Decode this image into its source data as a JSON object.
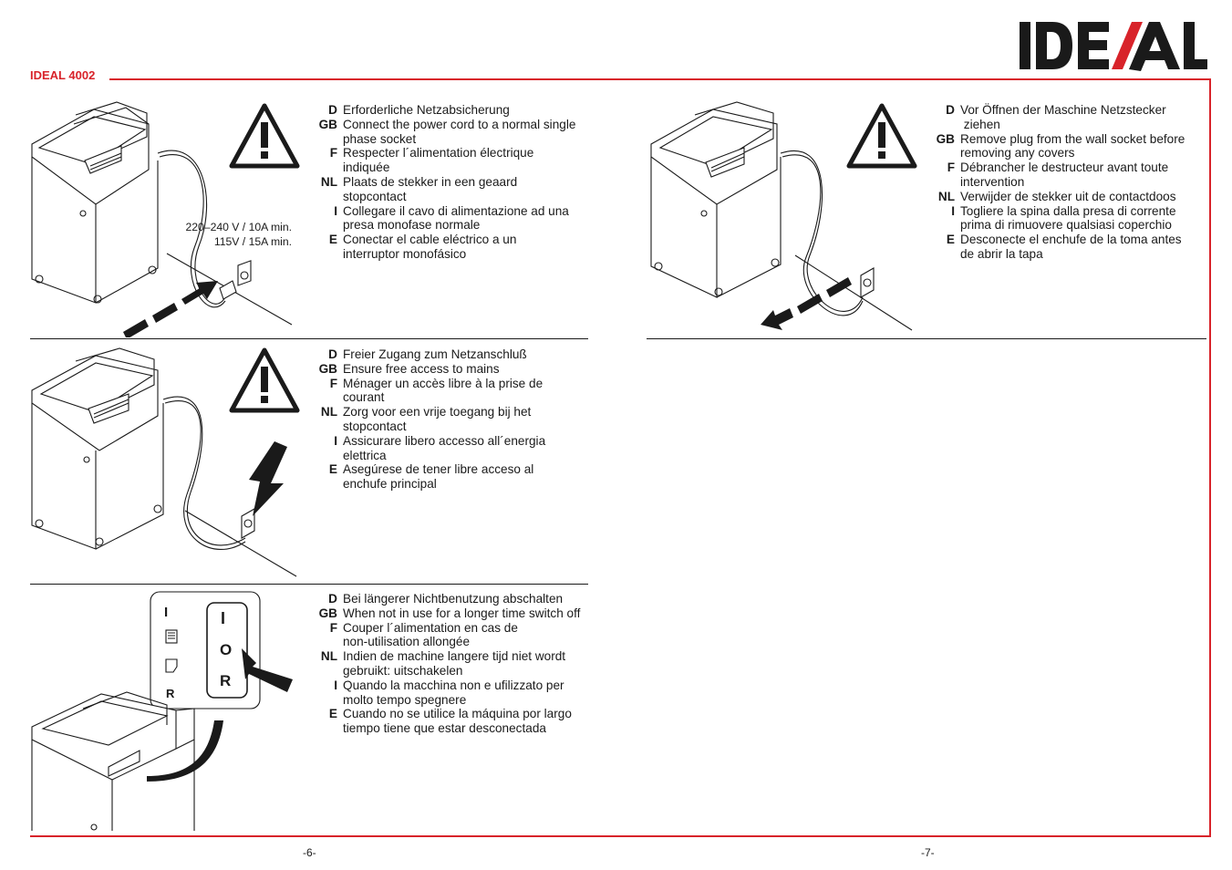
{
  "header": {
    "model": "IDEAL 4002",
    "logo_text": "IDEAL"
  },
  "colors": {
    "accent": "#d8232a",
    "ink": "#1a1a1a"
  },
  "sections": [
    {
      "id": "power-supply",
      "voltage": [
        "220–240 V / 10A min.",
        "115V / 15A min."
      ],
      "entries": [
        {
          "code": "D",
          "lines": [
            "Erforderliche Netzabsicherung"
          ]
        },
        {
          "code": "GB",
          "lines": [
            "Connect the power cord to a normal single",
            "phase socket"
          ]
        },
        {
          "code": "F",
          "lines": [
            "Respecter l´alimentation électrique",
            "indiquée"
          ]
        },
        {
          "code": "NL",
          "lines": [
            "Plaats de stekker in een geaard",
            "stopcontact"
          ]
        },
        {
          "code": "I",
          "lines": [
            "Collegare il cavo di alimentazione ad una",
            "presa monofase normale"
          ]
        },
        {
          "code": "E",
          "lines": [
            "Conectar el cable eléctrico a un",
            "interruptor monofásico"
          ]
        }
      ]
    },
    {
      "id": "free-access",
      "entries": [
        {
          "code": "D",
          "lines": [
            "Freier Zugang zum Netzanschluß"
          ]
        },
        {
          "code": "GB",
          "lines": [
            "Ensure free access to mains"
          ]
        },
        {
          "code": "F",
          "lines": [
            "Ménager un accès libre à la prise de",
            "courant"
          ]
        },
        {
          "code": "NL",
          "lines": [
            "Zorg voor een vrije toegang bij het",
            "stopcontact"
          ]
        },
        {
          "code": "I",
          "lines": [
            "Assicurare libero accesso all´energia",
            "elettrica"
          ]
        },
        {
          "code": "E",
          "lines": [
            "Asegúrese de tener libre acceso al",
            "enchufe principal"
          ]
        }
      ]
    },
    {
      "id": "switch-off",
      "switch_left": [
        "I",
        "R"
      ],
      "switch_right": [
        "I",
        "O",
        "R"
      ],
      "entries": [
        {
          "code": "D",
          "lines": [
            "Bei längerer Nichtbenutzung abschalten"
          ]
        },
        {
          "code": "GB",
          "lines": [
            "When not in use for a longer time switch off"
          ]
        },
        {
          "code": "F",
          "lines": [
            "Couper l´alimentation en cas de",
            "non-utilisation allongée"
          ]
        },
        {
          "code": "NL",
          "lines": [
            "Indien de machine langere tijd niet wordt",
            "gebruikt: uitschakelen"
          ]
        },
        {
          "code": "I",
          "lines": [
            "Quando la macchina non e ufilizzato per",
            "molto tempo spegnere"
          ]
        },
        {
          "code": "E",
          "lines": [
            "Cuando no se utilice la máquina por largo",
            "tiempo tiene que estar desconectada"
          ]
        }
      ]
    },
    {
      "id": "unplug",
      "entries": [
        {
          "code": "D",
          "lines": [
            "Vor Öffnen der Maschine Netzstecker",
            " ziehen"
          ]
        },
        {
          "code": "GB",
          "lines": [
            "Remove plug from the wall socket before",
            "removing any covers"
          ]
        },
        {
          "code": "F",
          "lines": [
            "Débrancher le destructeur avant toute",
            "intervention"
          ]
        },
        {
          "code": "NL",
          "lines": [
            "Verwijder de stekker uit de contactdoos"
          ]
        },
        {
          "code": "I",
          "lines": [
            "Togliere la spina dalla presa di corrente",
            "prima di rimuovere qualsiasi coperchio"
          ]
        },
        {
          "code": "E",
          "lines": [
            "Desconecte el enchufe de la toma antes",
            "de abrir la tapa"
          ]
        }
      ]
    }
  ],
  "footer": {
    "page_left": "-6-",
    "page_right": "-7-"
  }
}
